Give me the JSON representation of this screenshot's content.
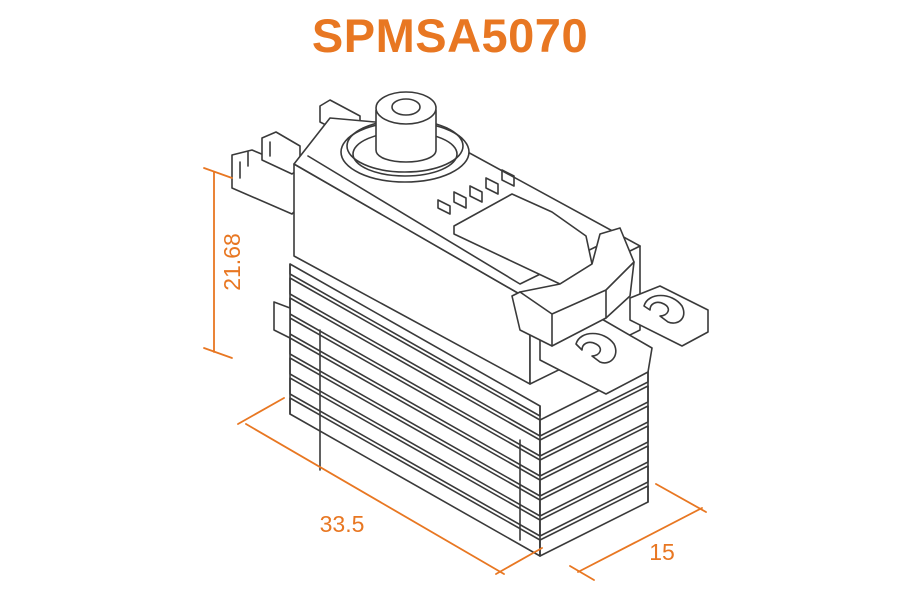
{
  "title": "SPMSA5070",
  "accent_color": "#e87722",
  "line_color": "#3a3a3a",
  "dimensions": {
    "height": "21.68",
    "length": "33.5",
    "width": "15"
  }
}
